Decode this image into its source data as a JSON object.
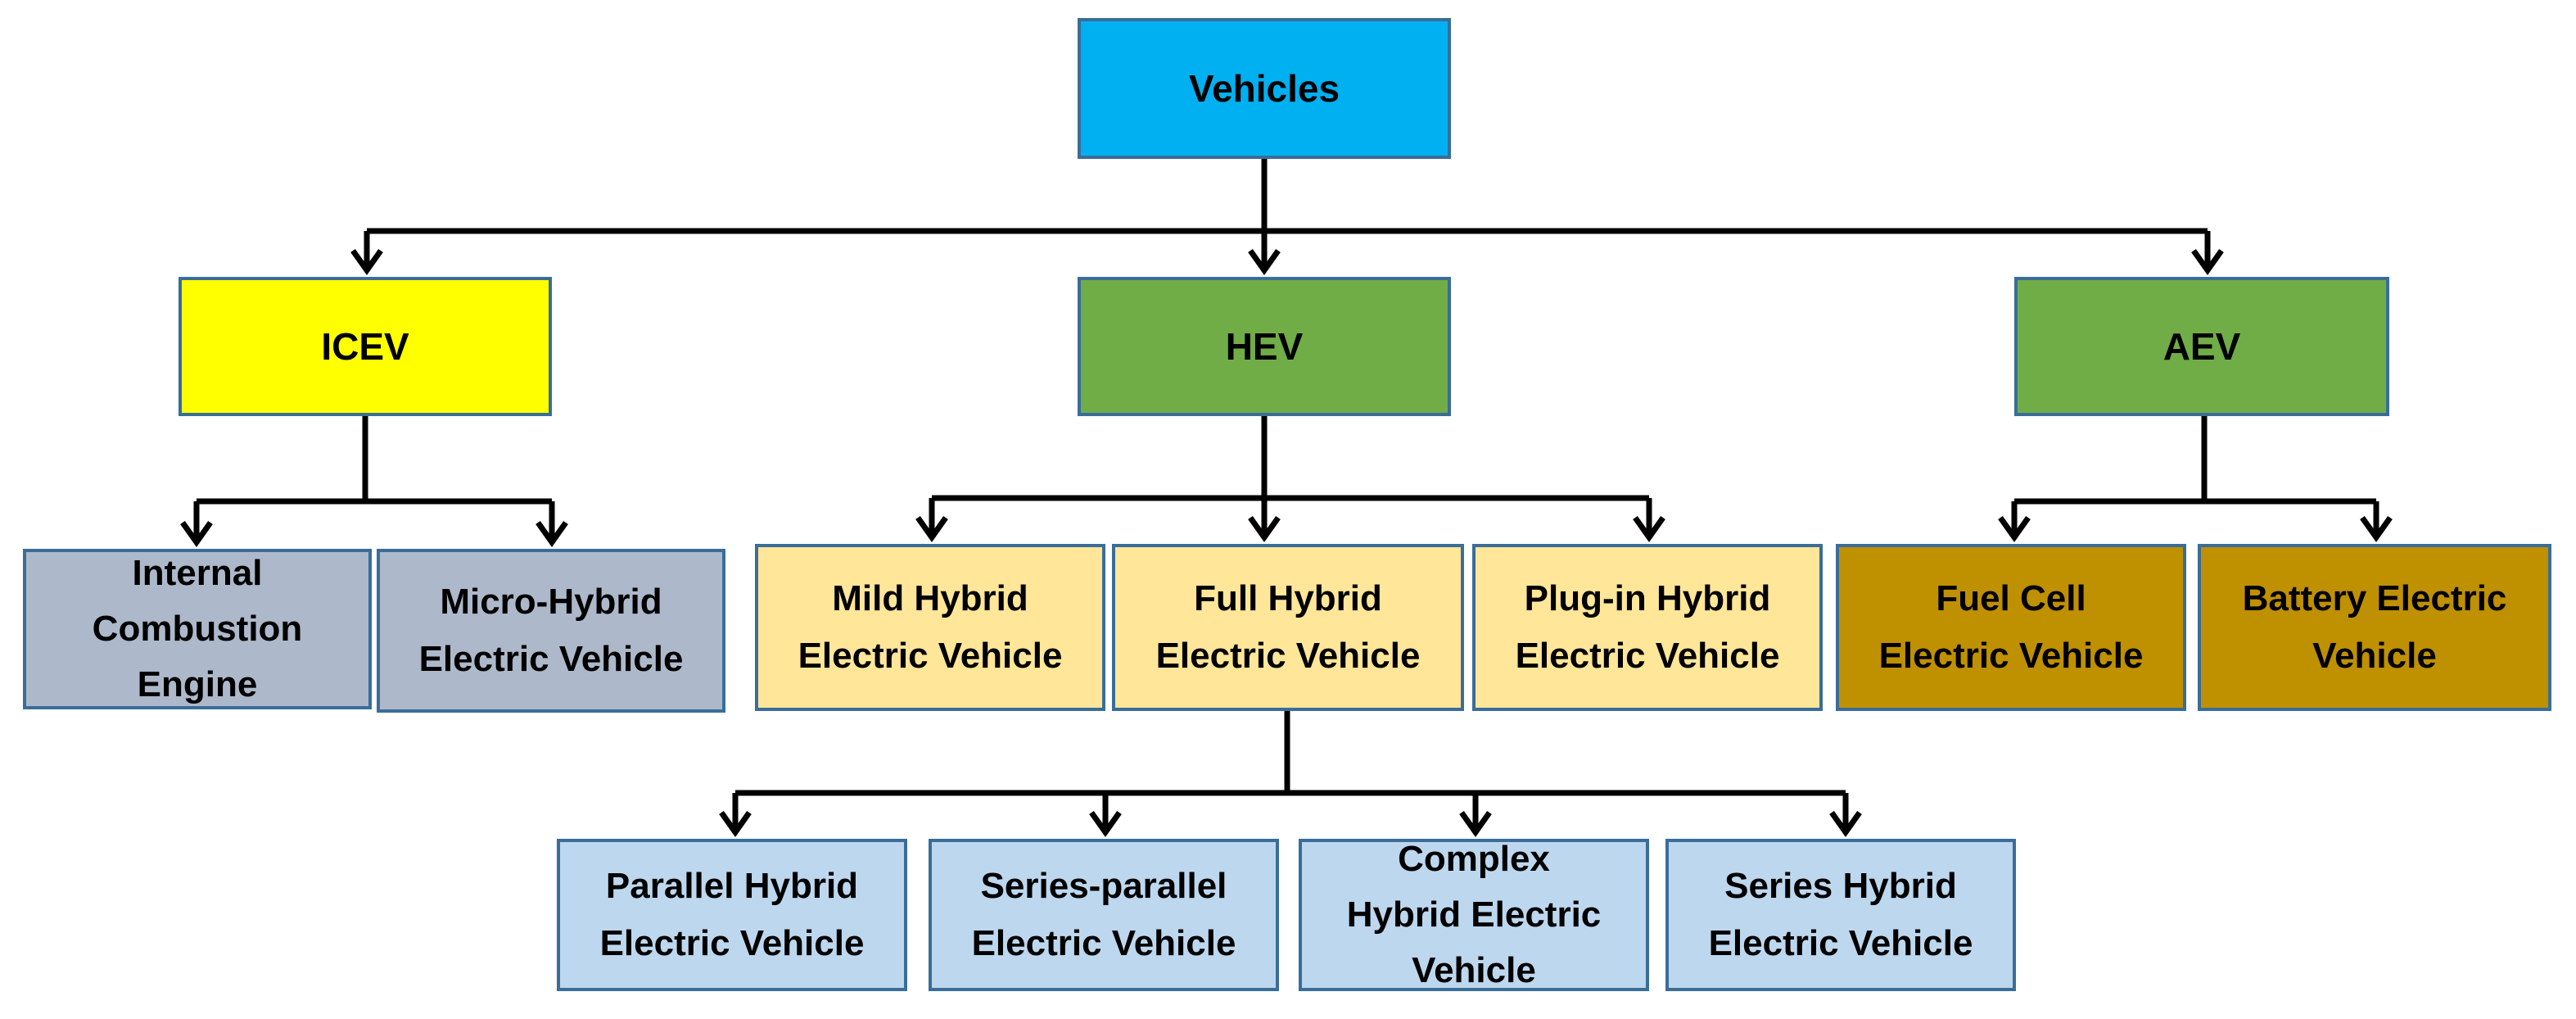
{
  "diagram": {
    "root": {
      "label": "Vehicles",
      "color": "#00b0f0"
    },
    "categories": {
      "icev": {
        "label": "ICEV",
        "color": "#ffff00"
      },
      "hev": {
        "label": "HEV",
        "color": "#70ad47"
      },
      "aev": {
        "label": "AEV",
        "color": "#70ad47"
      }
    },
    "icev_types": {
      "ice": {
        "label": "Internal\nCombustion\nEngine",
        "color": "#adb9ca"
      },
      "mhev": {
        "label": "Micro-Hybrid\nElectric Vehicle",
        "color": "#adb9ca"
      }
    },
    "hev_types": {
      "mild": {
        "label": "Mild Hybrid\nElectric Vehicle",
        "color": "#ffe699"
      },
      "full": {
        "label": "Full Hybrid\nElectric Vehicle",
        "color": "#ffe699"
      },
      "plugin": {
        "label": "Plug-in Hybrid\nElectric Vehicle",
        "color": "#ffe699"
      }
    },
    "aev_types": {
      "fcev": {
        "label": "Fuel Cell\nElectric Vehicle",
        "color": "#bf9000"
      },
      "bev": {
        "label": "Battery Electric\nVehicle",
        "color": "#bf9000"
      }
    },
    "full_hybrid_types": {
      "parallel": {
        "label": "Parallel Hybrid\nElectric Vehicle",
        "color": "#bdd7ee"
      },
      "series_parallel": {
        "label": "Series-parallel\nElectric Vehicle",
        "color": "#bdd7ee"
      },
      "complex": {
        "label": "Complex\nHybrid Electric\nVehicle",
        "color": "#bdd7ee"
      },
      "series": {
        "label": "Series Hybrid\nElectric Vehicle",
        "color": "#bdd7ee"
      }
    },
    "connector_color": "#000000",
    "border_color": "#3a6d99"
  }
}
